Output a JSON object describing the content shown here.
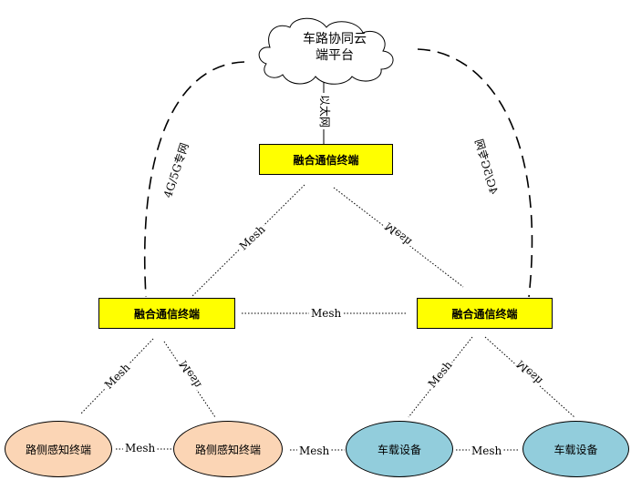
{
  "cloud": {
    "line1": "车路协同云",
    "line2": "端平台"
  },
  "ethernet_label": "以太网",
  "terminals": {
    "top": "融合通信终端",
    "left": "融合通信终端",
    "right": "融合通信终端"
  },
  "devices": {
    "sensor1": "路侧感知终端",
    "sensor2": "路侧感知终端",
    "vehicle1": "车载设备",
    "vehicle2": "车载设备"
  },
  "private_net_left": "4G/5G专网",
  "private_net_right": "4G/5G专网",
  "mesh": "Mesh",
  "colors": {
    "terminal_fill": "#ffff00",
    "sensor_fill": "#fbd5b5",
    "vehicle_fill": "#92cddc"
  }
}
